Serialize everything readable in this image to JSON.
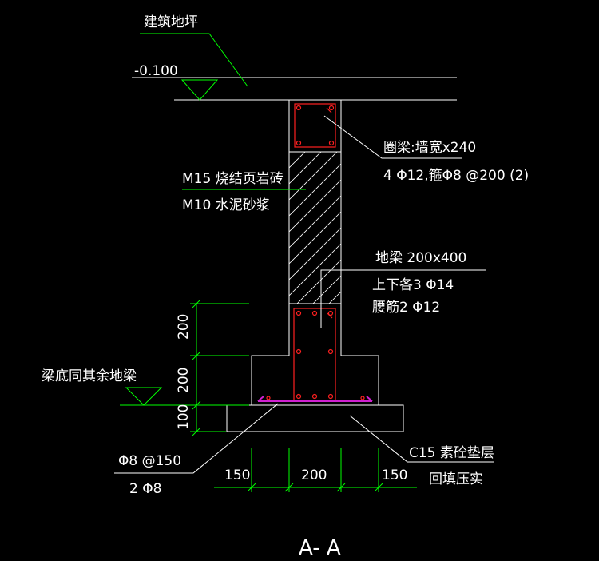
{
  "title": "A- A",
  "labels": {
    "floor": "建筑地坪",
    "elevation": "-0.100",
    "ring_beam_1": "圈梁:墙宽x240",
    "ring_beam_2": "4 Φ12,箍Φ8 @200 (2)",
    "brick_1": "M15 烧结页岩砖",
    "brick_2": "M10 水泥砂浆",
    "ground_beam_1": "地梁  200x400",
    "ground_beam_2": "上下各3 Φ14",
    "ground_beam_3": "腰筋2 Φ12",
    "beam_bottom": "梁底同其余地梁",
    "stirrup_1": "Φ8 @150",
    "stirrup_2": "2 Φ8",
    "cushion_1": "C15 素砼垫层",
    "cushion_2": "回填压实"
  },
  "dims": {
    "v1": "200",
    "v2": "200",
    "v3": "100",
    "h1": "150",
    "h2": "200",
    "h3": "150"
  },
  "colors": {
    "background": "#000000",
    "lines": "#ffffff",
    "leaders": "#00ff00",
    "rebar": "#ff2020",
    "cushion_rebar": "#d020d0"
  }
}
